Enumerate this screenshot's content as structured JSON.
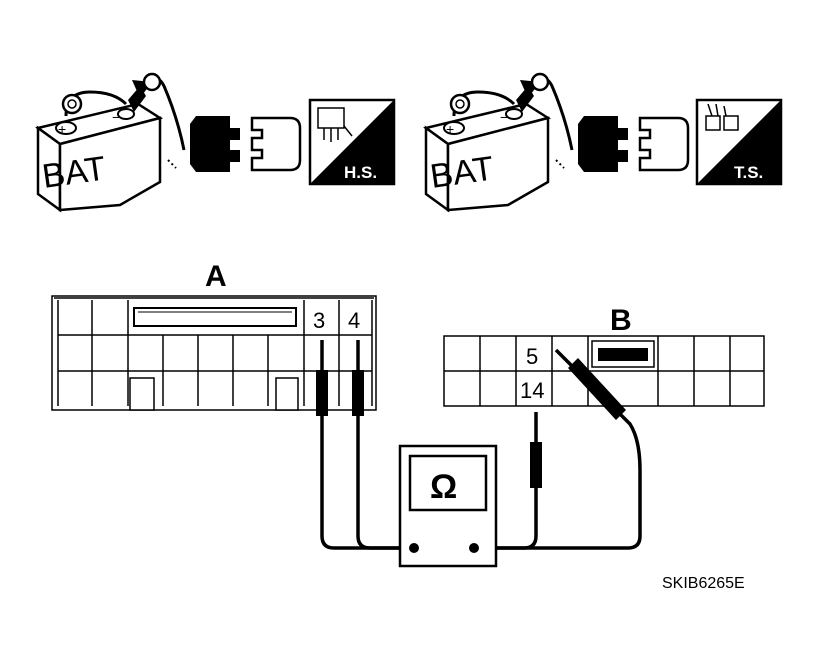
{
  "symbols": {
    "battery_label": "BAT",
    "hs_label": "H.S.",
    "ts_label": "T.S."
  },
  "connectors": {
    "a": {
      "label": "A",
      "pin_3": "3",
      "pin_4": "4"
    },
    "b": {
      "label": "B",
      "pin_5": "5",
      "pin_14": "14"
    }
  },
  "meter": {
    "symbol": "Ω"
  },
  "figure_code": "SKIB6265E",
  "icons": [
    "battery-disconnect-icon",
    "connector-disconnect-icon",
    "harness-side-icon",
    "terminal-side-icon",
    "ohmmeter-icon"
  ]
}
